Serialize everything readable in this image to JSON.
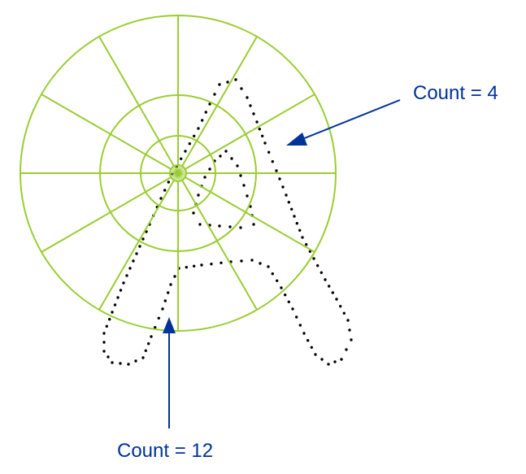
{
  "annotations": {
    "count_right": "Count = 4",
    "count_bottom": "Count = 12"
  },
  "colors": {
    "polar_grid": "#9acd32",
    "stroke_points": "#000000",
    "annotation": "#003399"
  },
  "diagram": {
    "polar_grid": {
      "ring_count": 4,
      "spoke_count": 12
    },
    "glyph": "A",
    "counts": [
      4,
      12
    ]
  }
}
